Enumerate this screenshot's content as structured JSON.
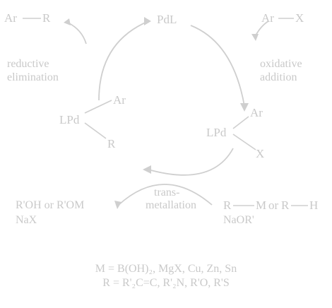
{
  "colors": {
    "text": "#c9c9c9",
    "lines": "#cfcfcf",
    "background": "#ffffff"
  },
  "nodes": {
    "top": "PdL",
    "right": "LPd",
    "left": "LPd"
  },
  "labels": {
    "ar_r_product": {
      "left": "Ar",
      "right": "R"
    },
    "ar_x_reactant": {
      "left": "Ar",
      "right": "X"
    },
    "right_complex": {
      "ar": "Ar",
      "x": "X"
    },
    "left_complex": {
      "ar": "Ar",
      "r": "R"
    },
    "reductive_elimination": [
      "reductive",
      "elimination"
    ],
    "oxidative_addition": [
      "oxidative",
      "addition"
    ],
    "transmetallation": [
      "trans-",
      "metallation"
    ],
    "byproducts": [
      "R'OH or R'OM",
      "NaX"
    ],
    "reagents": {
      "line1_a": "R",
      "line1_b": "M",
      "line1_or": "or",
      "line1_c": "R",
      "line1_d": "H",
      "line2": "NaOR'"
    },
    "footnote": [
      "M = B(OH)₂, MgX, Cu, Zn, Sn",
      "R = R'₂C=C, R'₂N, R'O, R'S"
    ]
  }
}
